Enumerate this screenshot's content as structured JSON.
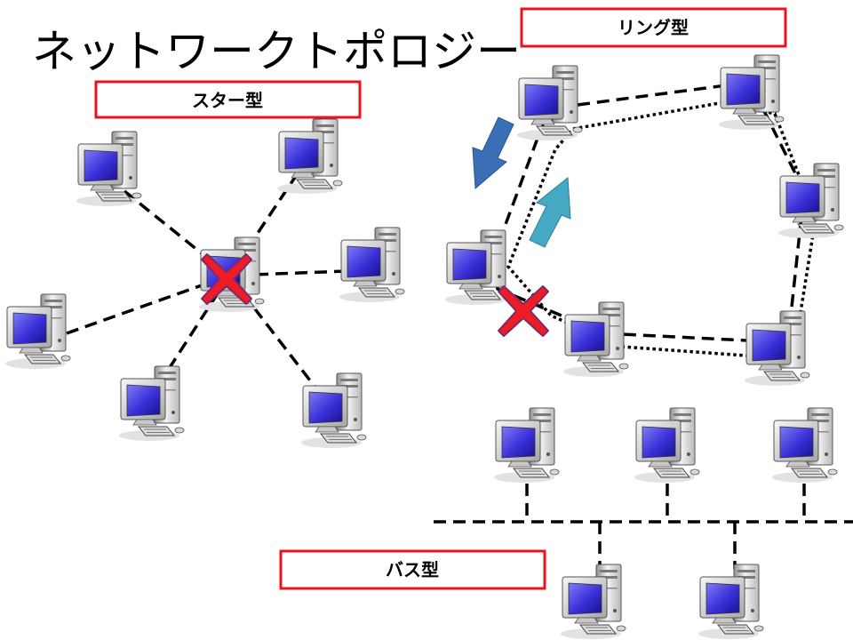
{
  "title": "ネットワークトポロジー",
  "labels": {
    "star": "スター型",
    "ring": "リング型",
    "bus": "バス型"
  },
  "colors": {
    "label_border": "#e8141c",
    "failure_mark": "#ee1c24",
    "failure_mark_outline": "#7b2a6e",
    "arrow_down": "#3a6fb5",
    "arrow_up": "#46a9c3",
    "screen": "#3a2fd8"
  },
  "icons": {
    "computer": "desktop-computer-icon",
    "failure": "red-x-failure-icon",
    "flow": "flow-direction-arrow-icon"
  }
}
